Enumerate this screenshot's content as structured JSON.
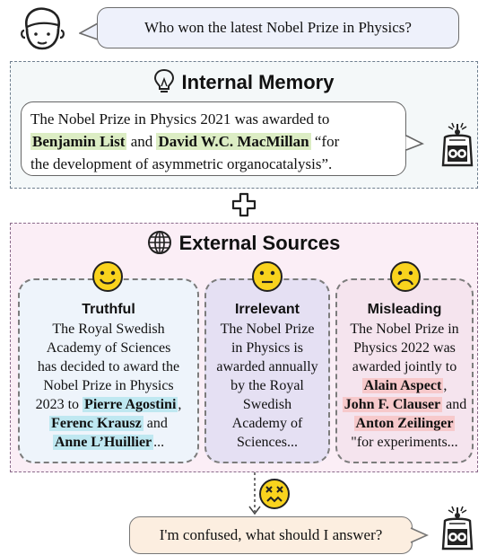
{
  "query": {
    "text": "Who won the latest Nobel Prize in Physics?"
  },
  "internal_memory": {
    "title": "Internal Memory",
    "line1": "The Nobel Prize in Physics 2021 was awarded to",
    "name1": "Benjamin List",
    "and": "and",
    "name2": "David W.C. MacMillan",
    "tail": "“for",
    "line3": "the development of asymmetric organocatalysis”."
  },
  "external_sources": {
    "title": "External Sources",
    "truthful": {
      "label": "Truthful",
      "text_lines": [
        "The Royal Swedish",
        "Academy of Sciences",
        "has decided to award the",
        "Nobel Prize in Physics"
      ],
      "line5_prefix": "2023 to",
      "name1": "Pierre Agostini",
      "comma": ",",
      "name2": "Ferenc Krausz",
      "and": "and",
      "name3": "Anne L’Huillier",
      "ellipsis": "..."
    },
    "irrelevant": {
      "label": "Irrelevant",
      "text_lines": [
        "The Nobel Prize",
        "in Physics is",
        "awarded annually",
        "by the Royal",
        "Swedish",
        "Academy of",
        "Sciences..."
      ]
    },
    "misleading": {
      "label": "Misleading",
      "text_lines": [
        "The Nobel Prize in",
        "Physics 2022 was",
        "awarded jointly to"
      ],
      "name1": "Alain Aspect",
      "comma": ",",
      "name2": "John F. Clauser",
      "and": "and",
      "name3": "Anton Zeilinger",
      "tail": "\"for experiments..."
    }
  },
  "response": {
    "text": "I'm confused, what should I answer?"
  },
  "icons": {
    "user": "user-face-icon",
    "robot": "robot-icon",
    "memory": "lightbulb-icon",
    "external": "globe-icon",
    "plus": "plus-icon",
    "happy": "smile-emoji-icon",
    "neutral": "neutral-emoji-icon",
    "sad": "frown-emoji-icon",
    "confused": "confused-emoji-icon"
  },
  "colors": {
    "green_highlight": "#dcedc4",
    "cyan_highlight": "#bfe8f1",
    "red_highlight": "#f7c9cb",
    "emoji_yellow": "#f9d31d"
  }
}
